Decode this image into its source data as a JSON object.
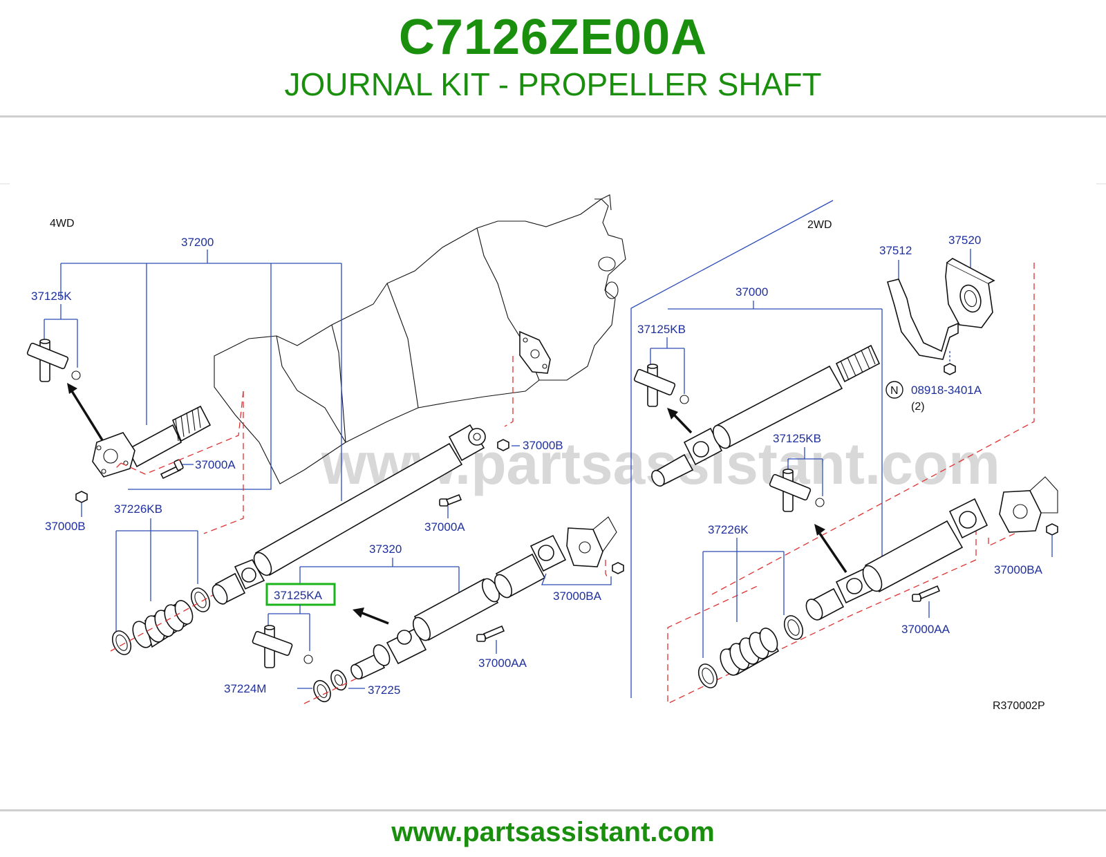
{
  "header": {
    "part_number": "C7126ZE00A",
    "description": "JOURNAL KIT - PROPELLER SHAFT"
  },
  "footer": {
    "url": "www.partsassistant.com"
  },
  "diagram": {
    "watermark": "www.partsassistant.com",
    "sections": {
      "left": "4WD",
      "right": "2WD"
    },
    "figure_code": "R370002P",
    "highlighted_part": "37125KA",
    "callouts": {
      "c37200": "37200",
      "c37125K": "37125K",
      "c37000A_1": "37000A",
      "c37000B_1": "37000B",
      "c37226KB": "37226KB",
      "c37000B_2": "37000B",
      "c37000A_2": "37000A",
      "c37320": "37320",
      "c37125KA": "37125KA",
      "c37224M": "37224M",
      "c37225": "37225",
      "c37000AA_1": "37000AA",
      "c37000BA_1": "37000BA",
      "c37000": "37000",
      "c37125KB_1": "37125KB",
      "c37512": "37512",
      "c37520": "37520",
      "c08918": "08918-3401A",
      "c08918_qty": "(2)",
      "n_marker": "N",
      "c37125KB_2": "37125KB",
      "c37226K": "37226K",
      "c37000BA_2": "37000BA",
      "c37000AA_2": "37000AA"
    }
  }
}
